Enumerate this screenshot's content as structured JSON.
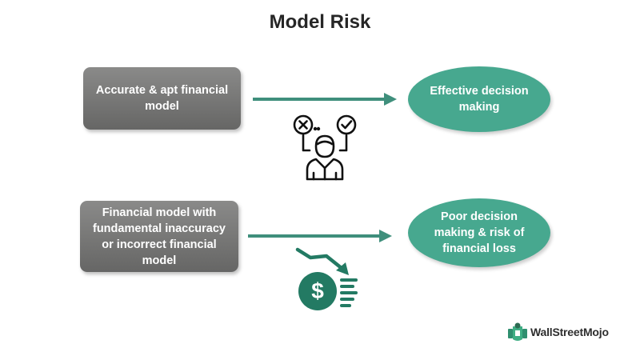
{
  "title": "Model Risk",
  "rows": [
    {
      "input": "Accurate & apt  financial model",
      "outcome": "Effective decision making",
      "icon": "decision-person-icon"
    },
    {
      "input": "Financial model with fundamental inaccuracy or incorrect financial model",
      "outcome": "Poor decision making & risk of financial loss",
      "icon": "dollar-loss-icon"
    }
  ],
  "brand": {
    "name": "WallStreetMojo",
    "icon": "wallstreetmojo-logo-icon"
  },
  "colors": {
    "box": "#777776",
    "ellipse": "#47a88f",
    "arrow": "#3f8f7c",
    "icon_green": "#237a63",
    "title": "#262626"
  }
}
